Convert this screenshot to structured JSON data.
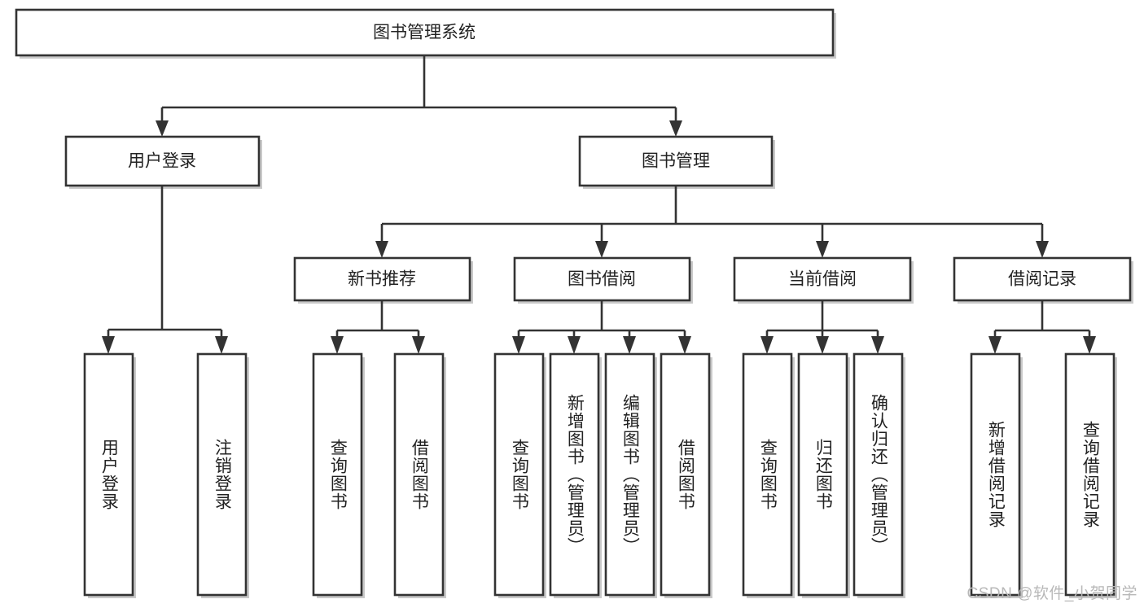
{
  "diagram": {
    "title": "图书管理系统",
    "watermark": "CSDN @软件_小贺同学",
    "colors": {
      "stroke": "#333333",
      "box_fill": "#ffffff",
      "shadow": "#c9c9c9",
      "text": "#222222",
      "watermark": "#b8b8b8",
      "background": "#ffffff"
    },
    "root": {
      "label": "图书管理系统",
      "orientation": "horizontal"
    },
    "level2": [
      {
        "label": "用户登录",
        "orientation": "horizontal"
      },
      {
        "label": "图书管理",
        "orientation": "horizontal"
      }
    ],
    "level3": [
      {
        "label": "新书推荐",
        "orientation": "horizontal"
      },
      {
        "label": "图书借阅",
        "orientation": "horizontal"
      },
      {
        "label": "当前借阅",
        "orientation": "horizontal"
      },
      {
        "label": "借阅记录",
        "orientation": "horizontal"
      }
    ],
    "leaves": {
      "user_login": [
        {
          "label": "用户登录",
          "orientation": "vertical"
        },
        {
          "label": "注销登录",
          "orientation": "vertical"
        }
      ],
      "new_book_recommend": [
        {
          "label": "查询图书",
          "orientation": "vertical"
        },
        {
          "label": "借阅图书",
          "orientation": "vertical"
        }
      ],
      "book_borrow": [
        {
          "label": "查询图书",
          "orientation": "vertical"
        },
        {
          "label": "新增图书（管理员）",
          "orientation": "vertical"
        },
        {
          "label": "编辑图书（管理员）",
          "orientation": "vertical"
        },
        {
          "label": "借阅图书",
          "orientation": "vertical"
        }
      ],
      "current_borrow": [
        {
          "label": "查询图书",
          "orientation": "vertical"
        },
        {
          "label": "归还图书",
          "orientation": "vertical"
        },
        {
          "label": "确认归还（管理员）",
          "orientation": "vertical"
        }
      ],
      "borrow_record": [
        {
          "label": "新增借阅记录",
          "orientation": "vertical"
        },
        {
          "label": "查询借阅记录",
          "orientation": "vertical"
        }
      ]
    }
  }
}
